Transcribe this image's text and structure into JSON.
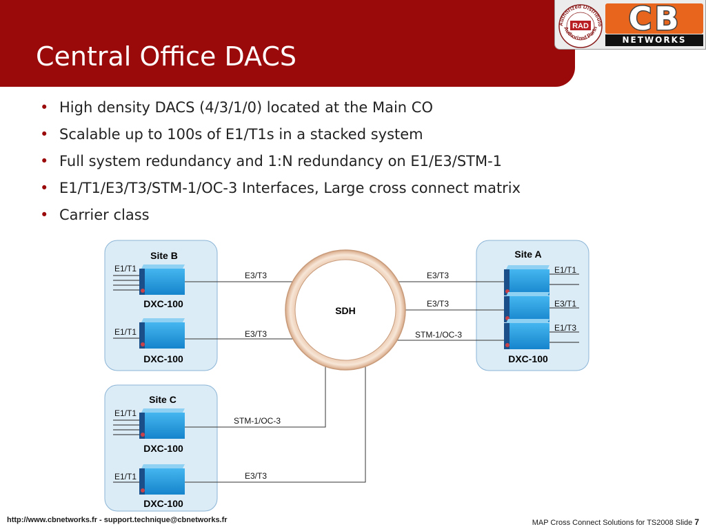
{
  "slide": {
    "title": "Central Office DACS",
    "bullets": [
      "High density DACS (4/3/1/0) located at the Main CO",
      "Scalable up to 100s of E1/T1s in a  stacked system",
      "Full system redundancy and 1:N redundancy on E1/E3/STM-1",
      "E1/T1/E3/T3/STM-1/OC-3 Interfaces, Large cross connect matrix",
      "Carrier class"
    ]
  },
  "logo": {
    "seal_top_text": "Authorized Distributor",
    "seal_center_text": "RAD",
    "seal_bottom_text": "Authorized Partner",
    "brand_letters": "CB",
    "brand_word": "NETWORKS"
  },
  "diagram": {
    "ring_label": "SDH",
    "sites": {
      "site_b": {
        "title": "Site B",
        "devices": [
          {
            "name": "DXC-100",
            "port": "E1/T1"
          },
          {
            "name": "DXC-100",
            "port": "E1/T1"
          }
        ]
      },
      "site_c": {
        "title": "Site C",
        "devices": [
          {
            "name": "DXC-100",
            "port": "E1/T1"
          },
          {
            "name": "DXC-100",
            "port": "E1/T1"
          }
        ]
      },
      "site_a": {
        "title": "Site A",
        "device_name": "DXC-100",
        "ports": [
          "E1/T1",
          "E3/T1",
          "E1/T3"
        ]
      }
    },
    "links": {
      "b1_ring": "E3/T3",
      "b2_ring": "E3/T3",
      "c1_ring": "STM-1/OC-3",
      "c2_ring": "E3/T3",
      "ring_a1": "E3/T3",
      "ring_a2": "E3/T3",
      "ring_a3": "STM-1/OC-3"
    },
    "colors": {
      "site_fill": "#dcecf6",
      "site_border": "#8ab4d6",
      "device_fill": "#1f9be0",
      "device_top": "#7fc8f0",
      "device_side": "#1a4f8a",
      "ring_fill": "#f5dfcc",
      "ring_border": "#c79a7a"
    }
  },
  "footer": {
    "left": "http://www.cbnetworks.fr - support.technique@cbnetworks.fr",
    "right_text": "MAP Cross Connect Solutions for TS2008  Slide",
    "slide_number": "7"
  },
  "colors": {
    "header_red": "#9b0a0a",
    "brand_orange": "#e8651d"
  }
}
